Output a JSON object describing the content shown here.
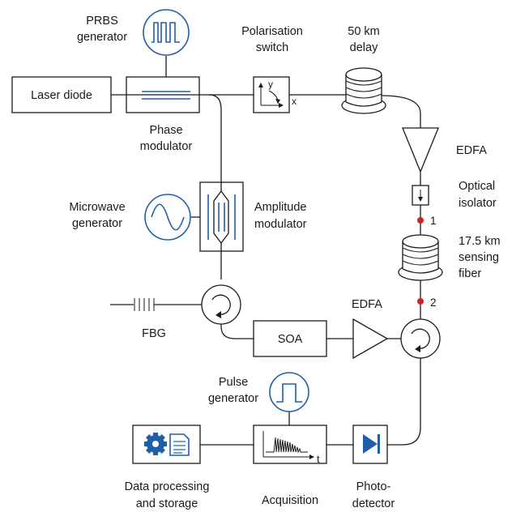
{
  "labels": {
    "prbs_1": "PRBS",
    "prbs_2": "generator",
    "pol_1": "Polarisation",
    "pol_2": "switch",
    "delay_1": "50 km",
    "delay_2": "delay",
    "laser": "Laser diode",
    "phase_1": "Phase",
    "phase_2": "modulator",
    "edfa_top": "EDFA",
    "iso_1": "Optical",
    "iso_2": "isolator",
    "mw_1": "Microwave",
    "mw_2": "generator",
    "amp_1": "Amplitude",
    "amp_2": "modulator",
    "sense_1": "17.5 km",
    "sense_2": "sensing",
    "sense_3": "fiber",
    "point_1": "1",
    "point_2": "2",
    "fbg": "FBG",
    "soa": "SOA",
    "edfa_bottom": "EDFA",
    "pulse_1": "Pulse",
    "pulse_2": "generator",
    "dp_1": "Data processing",
    "dp_2": "and storage",
    "acq": "Acquisition",
    "pd_1": "Photo-",
    "pd_2": "detector",
    "axis_y": "y",
    "axis_x": "x",
    "axis_t": "t"
  },
  "colors": {
    "accent": "#1f5fa8",
    "marker": "#d42020",
    "line": "#1a1a1a"
  }
}
